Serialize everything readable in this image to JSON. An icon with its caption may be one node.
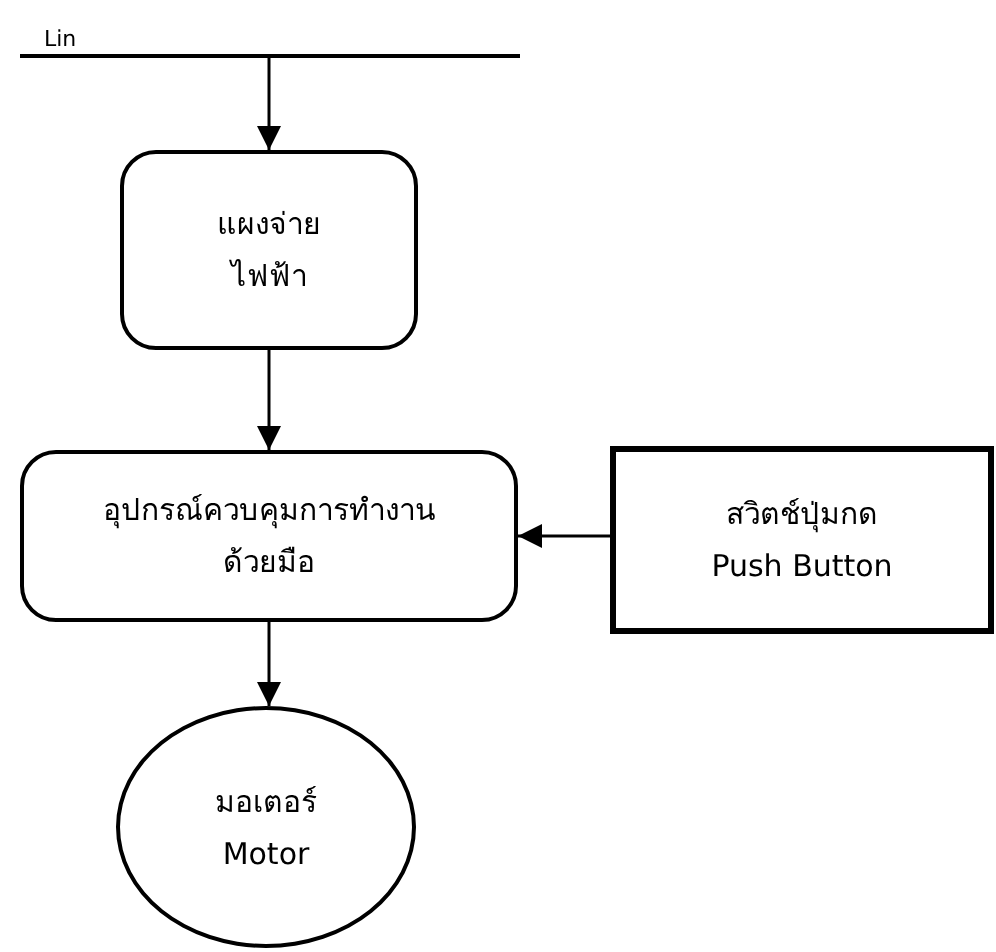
{
  "diagram": {
    "nodes": [
      {
        "text": [
          "Lin"
        ]
      },
      {
        "text": [
          "แผงจ่ายไฟฟ้า"
        ]
      },
      {
        "text": [
          "อุปกรณ์ควบคุมการทำงานด้วยมือ"
        ]
      },
      {
        "text": [
          "สวิตช์ปุ่มกด",
          "Push Button"
        ]
      },
      {
        "text": [
          "มอเตอร์",
          "Motor"
        ]
      }
    ],
    "edges": [
      {
        "from": 0,
        "to": 1,
        "arrow": "to"
      },
      {
        "from": 1,
        "to": 2,
        "arrow": "to"
      },
      {
        "from": 3,
        "to": 2,
        "arrow": "to"
      },
      {
        "from": 2,
        "to": 4,
        "arrow": "to"
      }
    ]
  }
}
